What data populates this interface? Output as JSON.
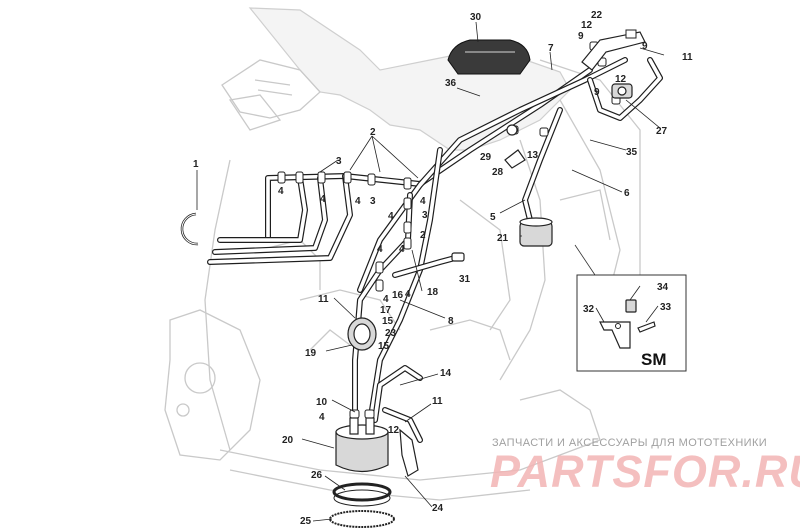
{
  "diagram": {
    "callouts": {
      "n1": "1",
      "n2": "2",
      "n3": "3",
      "n4": "4",
      "n5": "5",
      "n6": "6",
      "n7": "7",
      "n8": "8",
      "n9": "9",
      "n10": "10",
      "n11": "11",
      "n12": "12",
      "n13": "13",
      "n14": "14",
      "n15": "15",
      "n16": "16",
      "n17": "17",
      "n18": "18",
      "n19": "19",
      "n20": "20",
      "n21": "21",
      "n22": "22",
      "n23": "23",
      "n24": "24",
      "n25": "25",
      "n26": "26",
      "n27": "27",
      "n28": "28",
      "n29": "29",
      "n30": "30",
      "n31": "31",
      "n32": "32",
      "n33": "33",
      "n34": "34",
      "n35": "35",
      "n36": "36"
    },
    "inset_label": "SM"
  },
  "watermark": {
    "caption": "ЗАПЧАСТИ И АКСЕССУАРЫ ДЛЯ МОТОТЕХНИКИ",
    "brand": "PARTSFOR.RU"
  }
}
